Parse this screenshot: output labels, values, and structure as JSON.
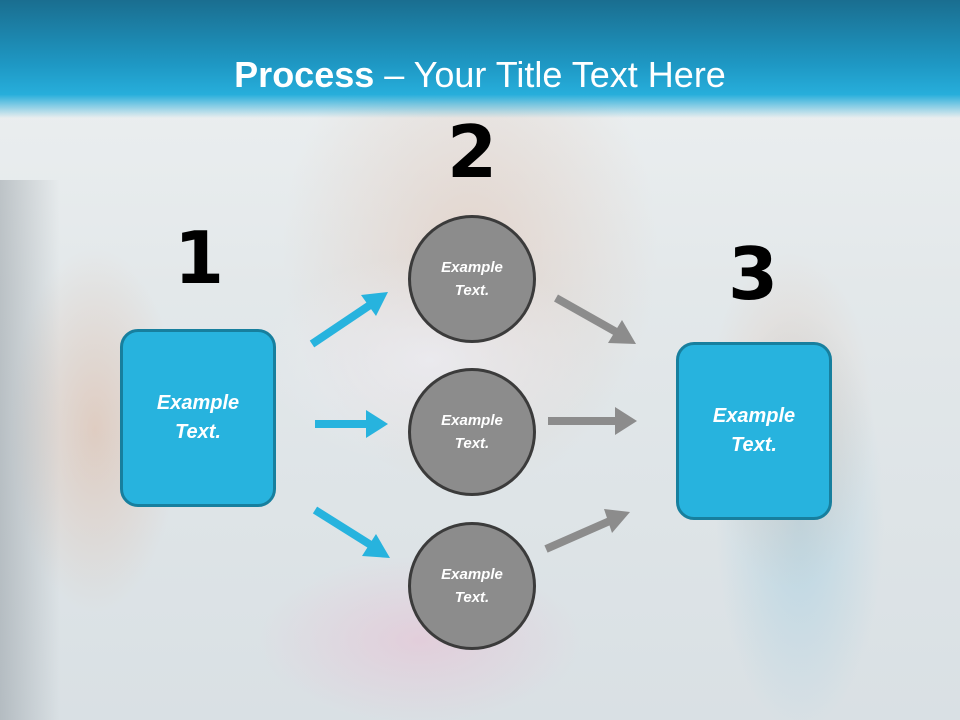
{
  "title": {
    "strong": "Process",
    "separator": " – ",
    "rest": "Your Title Text Here"
  },
  "steps": [
    {
      "number": "1",
      "box_text": "Example\nText."
    },
    {
      "number": "2",
      "circles": [
        "Example\nText.",
        "Example\nText.",
        "Example\nText."
      ]
    },
    {
      "number": "3",
      "box_text": "Example\nText."
    }
  ],
  "colors": {
    "header": "#1e98c4",
    "box_fill": "#27b3de",
    "box_border": "#177f9e",
    "circle_fill": "#8c8c8c",
    "circle_border": "#3b3b3b",
    "arrow_blue": "#27b3de",
    "arrow_gray": "#8c8c8c"
  }
}
